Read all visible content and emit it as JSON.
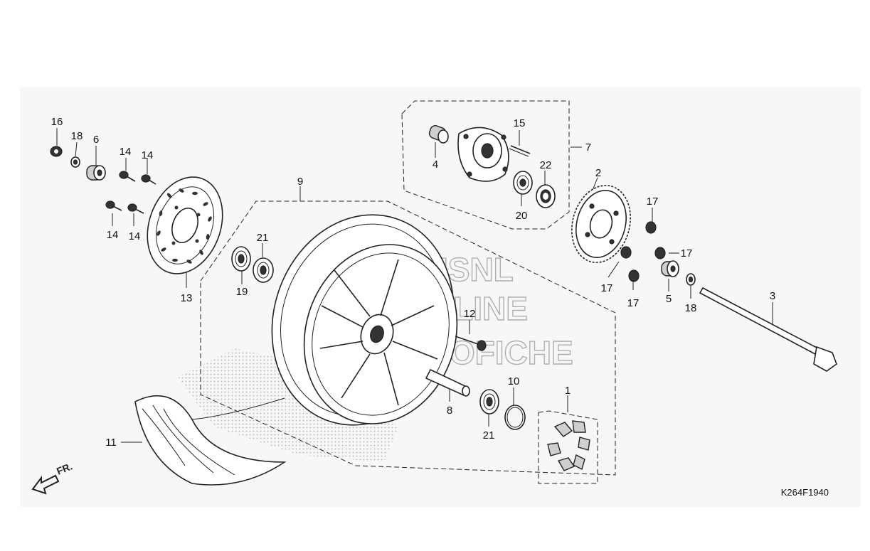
{
  "diagram": {
    "figure_code": "K264F1940",
    "direction_label": "FR.",
    "watermark": [
      "CMSNL",
      "ONLINE",
      "MICROFICHE"
    ],
    "callouts": [
      {
        "id": "1",
        "label": "1"
      },
      {
        "id": "2",
        "label": "2"
      },
      {
        "id": "3",
        "label": "3"
      },
      {
        "id": "4",
        "label": "4"
      },
      {
        "id": "5",
        "label": "5"
      },
      {
        "id": "6",
        "label": "6"
      },
      {
        "id": "7",
        "label": "7"
      },
      {
        "id": "8",
        "label": "8"
      },
      {
        "id": "9",
        "label": "9"
      },
      {
        "id": "10",
        "label": "10"
      },
      {
        "id": "11",
        "label": "11"
      },
      {
        "id": "12",
        "label": "12"
      },
      {
        "id": "13",
        "label": "13"
      },
      {
        "id": "14a",
        "label": "14"
      },
      {
        "id": "14b",
        "label": "14"
      },
      {
        "id": "14c",
        "label": "14"
      },
      {
        "id": "14d",
        "label": "14"
      },
      {
        "id": "15",
        "label": "15"
      },
      {
        "id": "16",
        "label": "16"
      },
      {
        "id": "17a",
        "label": "17"
      },
      {
        "id": "17b",
        "label": "17"
      },
      {
        "id": "17c",
        "label": "17"
      },
      {
        "id": "17d",
        "label": "17"
      },
      {
        "id": "18a",
        "label": "18"
      },
      {
        "id": "18b",
        "label": "18"
      },
      {
        "id": "19",
        "label": "19"
      },
      {
        "id": "20",
        "label": "20"
      },
      {
        "id": "21a",
        "label": "21"
      },
      {
        "id": "21b",
        "label": "21"
      },
      {
        "id": "22",
        "label": "22"
      }
    ]
  }
}
